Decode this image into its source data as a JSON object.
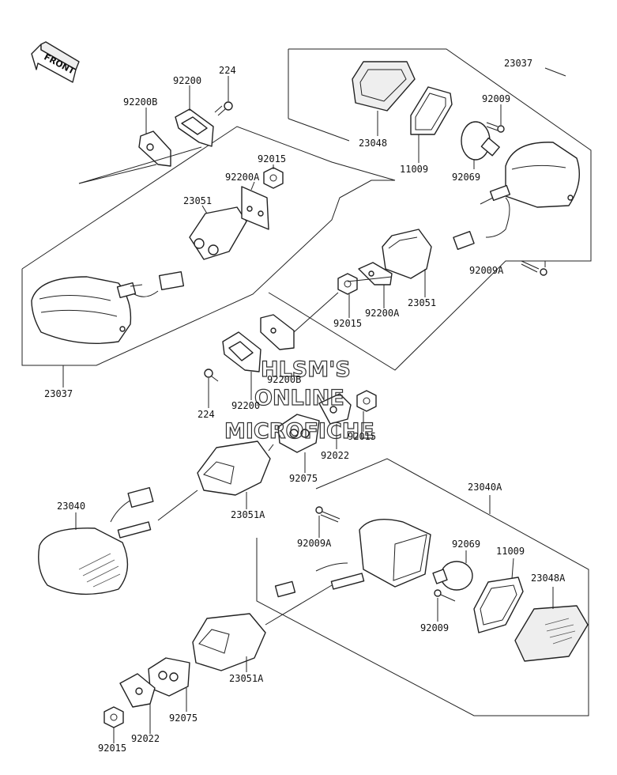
{
  "front_label": "FRONT",
  "watermark": {
    "line1": "HLSM'S",
    "line2": "ONLINE",
    "line3": "MICROFICHE"
  },
  "labels": {
    "p224_top": "224",
    "p92200_top": "92200",
    "p92200B_top": "92200B",
    "p92015_top": "92015",
    "p92200A_top": "92200A",
    "p23051_top": "23051",
    "p23037_right": "23037",
    "p92009_right": "92009",
    "p23048": "23048",
    "p11009_top": "11009",
    "p92069_top": "92069",
    "p92009A_right": "92009A",
    "p23051_right": "23051",
    "p92015_mid": "92015",
    "p92200A_mid": "92200A",
    "p23037_left": "23037",
    "p224_mid": "224",
    "p92200B_mid": "92200B",
    "p92200_mid": "92200",
    "p92015_mid2": "92015",
    "p92022_mid": "92022",
    "p92075_mid": "92075",
    "p23040": "23040",
    "p23051A_mid": "23051A",
    "p23040A": "23040A",
    "p92009A_low": "92009A",
    "p92069_low": "92069",
    "p11009_low": "11009",
    "p23048A": "23048A",
    "p92009_low": "92009",
    "p23051A_low": "23051A",
    "p92075_low": "92075",
    "p92022_low": "92022",
    "p92015_low": "92015"
  }
}
